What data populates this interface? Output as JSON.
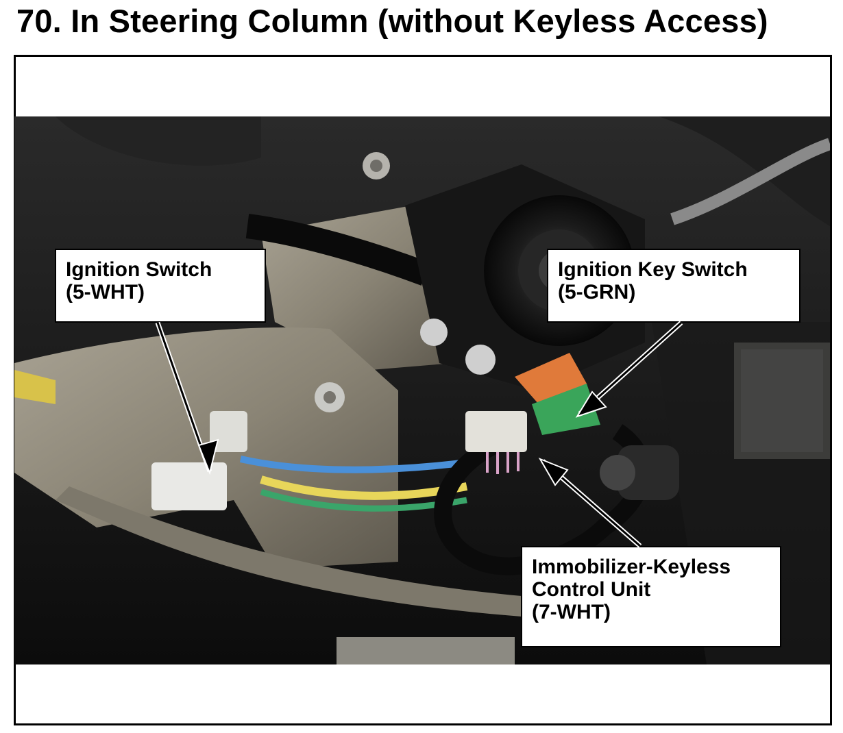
{
  "title": "70.  In Steering Column (without Keyless Access)",
  "callouts": {
    "ignition_switch": {
      "line1": "Ignition Switch",
      "line2": "(5-WHT)"
    },
    "ignition_key_switch": {
      "line1": "Ignition Key Switch",
      "line2": "(5-GRN)"
    },
    "immobilizer": {
      "line1": "Immobilizer-Keyless",
      "line2": "Control Unit",
      "line3": "(7-WHT)"
    }
  },
  "colors": {
    "background": "#ffffff",
    "text": "#000000",
    "photo_dark": "#141414",
    "connector_orange": "#e07a3a",
    "connector_green": "#3aa55a",
    "wire_blue": "#4a90d9",
    "wire_yellow": "#e8d65a"
  }
}
